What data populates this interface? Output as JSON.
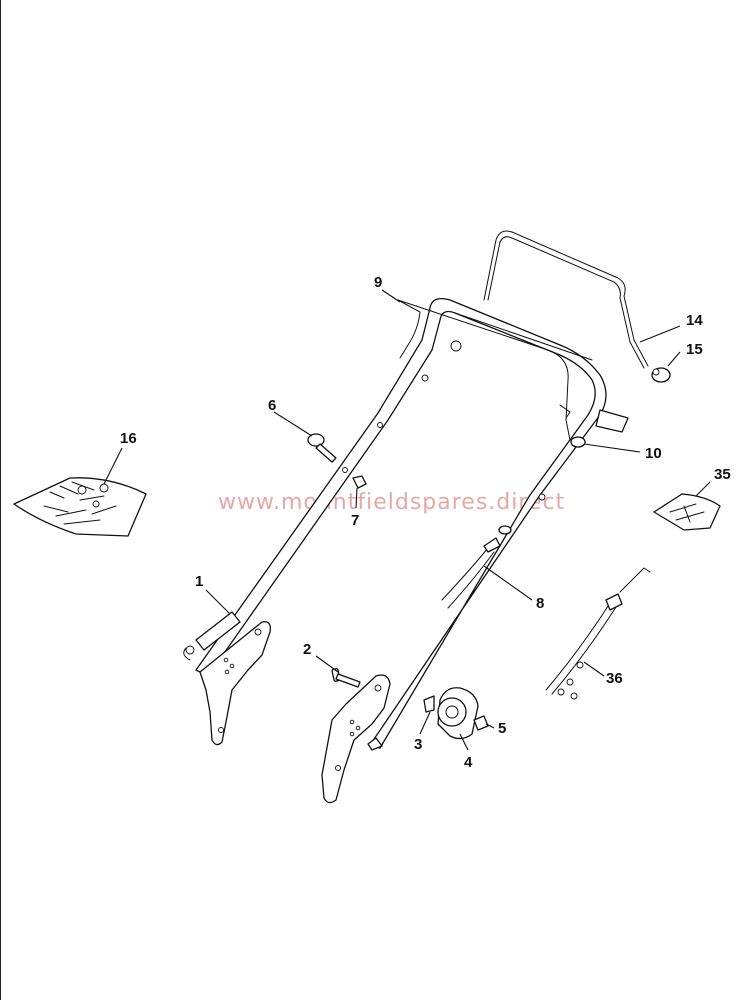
{
  "watermark": "www.mountfieldspares.direct",
  "callouts": {
    "c1": "1",
    "c2": "2",
    "c3": "3",
    "c4": "4",
    "c5": "5",
    "c6": "6",
    "c7": "7",
    "c8": "8",
    "c9": "9",
    "c10": "10",
    "c14": "14",
    "c15": "15",
    "c16": "16",
    "c35": "35",
    "c36": "36"
  }
}
